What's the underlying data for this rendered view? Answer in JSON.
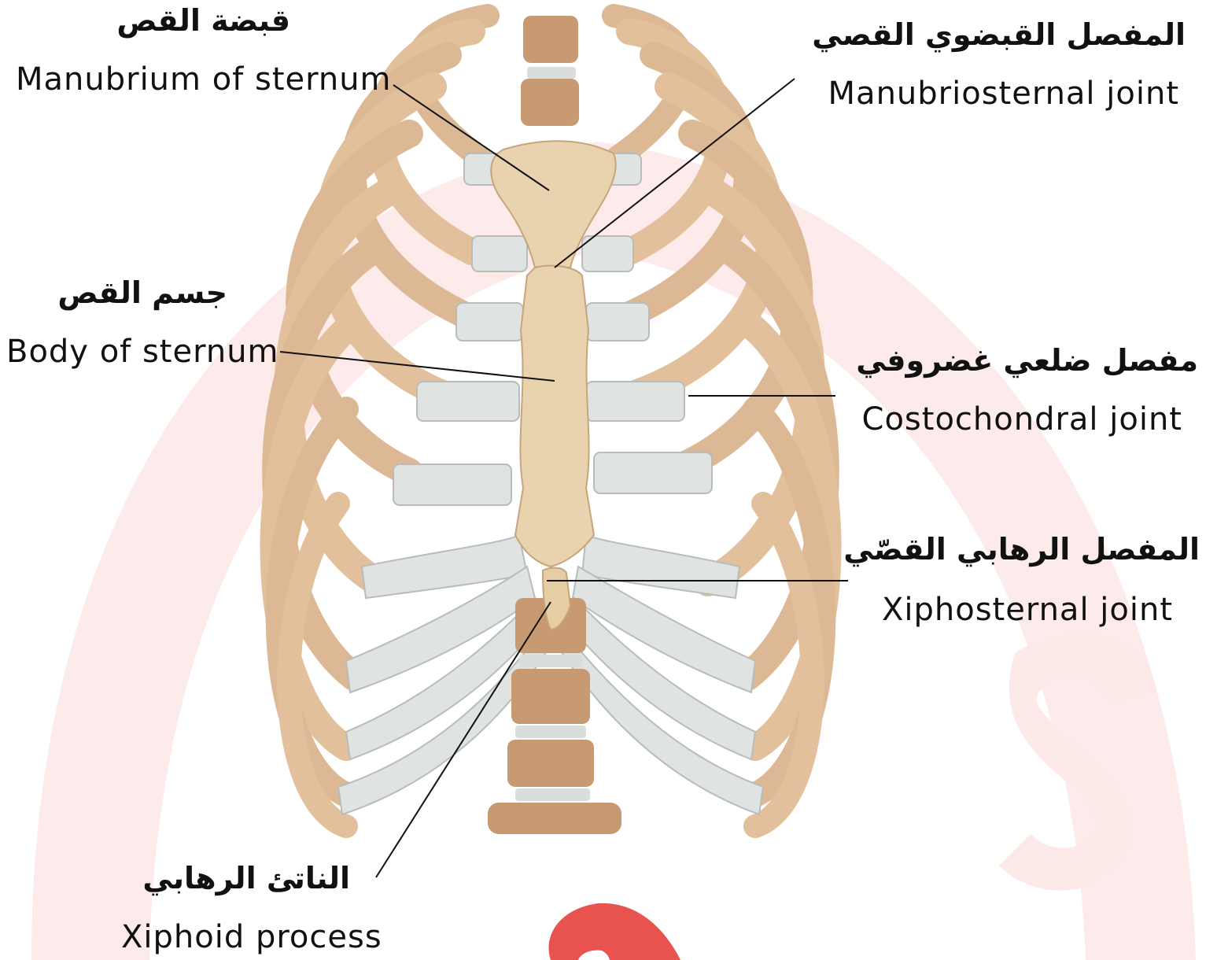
{
  "labels": {
    "manubrium": {
      "ar": "قبضة القص",
      "en": "Manubrium of sternum"
    },
    "manubriosternal": {
      "ar": "المفصل القبضوي القصي",
      "en": "Manubriosternal joint"
    },
    "body": {
      "ar": "جسم القص",
      "en": "Body of sternum"
    },
    "costochondral": {
      "ar": "مفصل ضلعي غضروفي",
      "en": "Costochondral joint"
    },
    "xiphosternal": {
      "ar": "المفصل الرهابي القصّي",
      "en": "Xiphosternal joint"
    },
    "xiphoid": {
      "ar": "الناتئ الرهابي",
      "en": "Xiphoid process"
    }
  },
  "colors": {
    "bone": "#e6c7a4",
    "bone_dark": "#c9a07a",
    "cartilage": "#d9dedc",
    "spine": "#c79a72",
    "watermark": "#fbe3e1",
    "logo": "#e8534f",
    "leader": "#111111"
  }
}
